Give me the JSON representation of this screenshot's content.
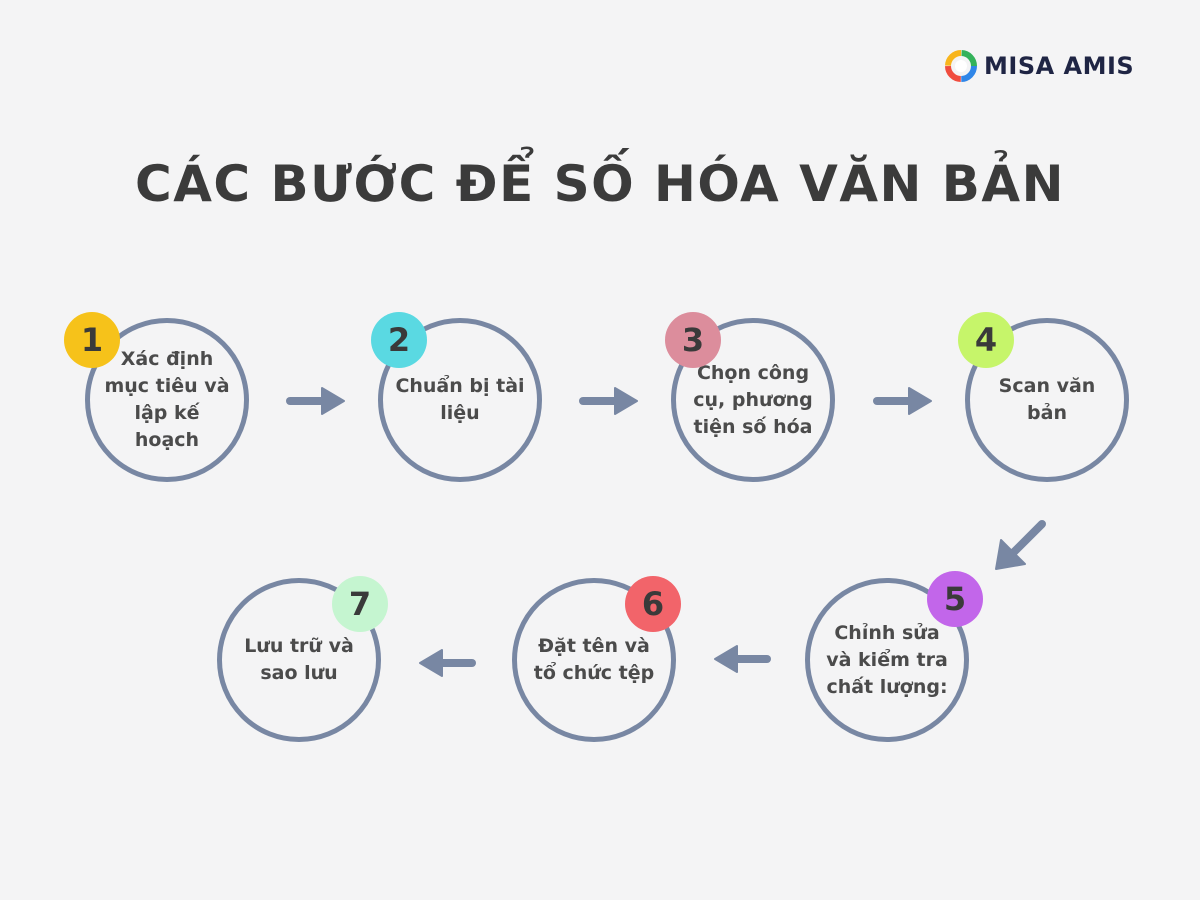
{
  "brand": {
    "name": "MISA AMIS",
    "logo_icon": "misa-amis-logo-icon"
  },
  "title": "CÁC BƯỚC ĐỂ SỐ HÓA VĂN BẢN",
  "colors": {
    "background": "#f4f4f5",
    "circle_border": "#7887a3",
    "arrow": "#7887a3",
    "title_text": "#3b3b3b"
  },
  "steps": [
    {
      "number": "1",
      "label": "Xác định mục tiêu và lập kế hoạch",
      "color": "#f6c21a"
    },
    {
      "number": "2",
      "label": "Chuẩn bị tài liệu",
      "color": "#5ad9e2"
    },
    {
      "number": "3",
      "label": "Chọn công cụ, phương tiện số hóa",
      "color": "#dc8d9c"
    },
    {
      "number": "4",
      "label": "Scan văn bản",
      "color": "#c6f56a"
    },
    {
      "number": "5",
      "label": "Chỉnh sửa và kiểm tra chất lượng:",
      "color": "#c266ea"
    },
    {
      "number": "6",
      "label": "Đặt tên và tổ chức tệp",
      "color": "#f2646a"
    },
    {
      "number": "7",
      "label": "Lưu trữ và sao lưu",
      "color": "#c5f5d0"
    }
  ]
}
